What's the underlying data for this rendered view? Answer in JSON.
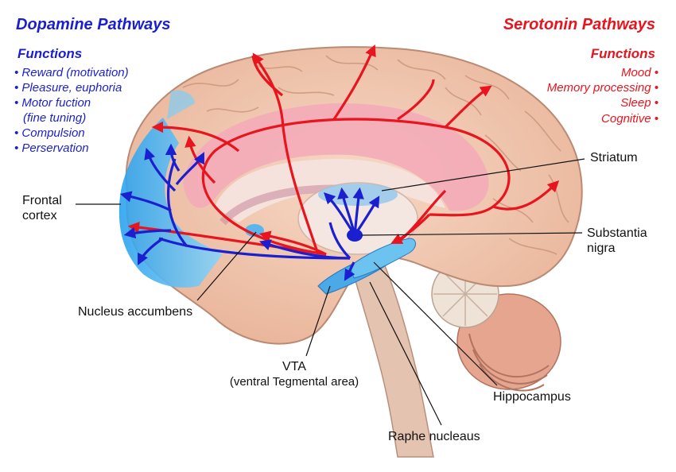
{
  "dopamine": {
    "title": "Dopamine Pathways",
    "functions_title": "Functions",
    "items": [
      "• Reward (motivation)",
      "• Pleasure, euphoria",
      "• Motor fuction",
      "(fine tuning)",
      "• Compulsion",
      "• Perservation"
    ]
  },
  "serotonin": {
    "title": "Serotonin Pathways",
    "functions_title": "Functions",
    "items": [
      "Mood •",
      "Memory processing •",
      "Sleep •",
      "Cognitive •"
    ]
  },
  "labels": {
    "frontal_cortex_1": "Frontal",
    "frontal_cortex_2": "cortex",
    "striatum": "Striatum",
    "substantia_nigra_1": "Substantia",
    "substantia_nigra_2": "nigra",
    "nucleus_accumbens": "Nucleus accumbens",
    "vta_1": "VTA",
    "vta_2": "(ventral Tegmental area)",
    "hippocampus": "Hippocampus",
    "raphe_nucleus": "Raphe nucleaus"
  },
  "colors": {
    "dopamine": "#1a1fd0",
    "serotonin": "#e8141e",
    "brain": "#f0c3a8",
    "cortex_blue": "#43b4f0",
    "limbic_pink": "#f3a9b8"
  }
}
